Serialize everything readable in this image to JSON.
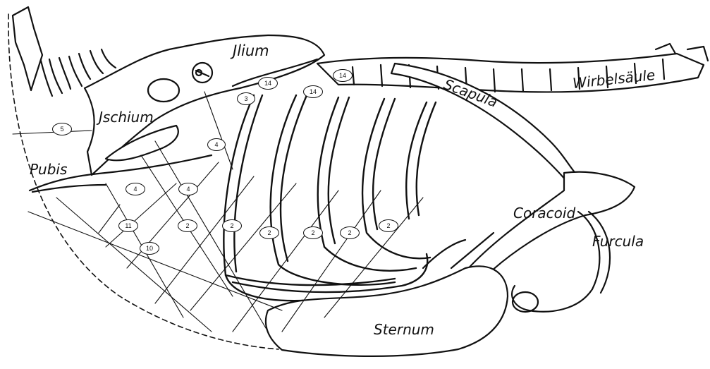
{
  "labels": {
    "ilium": "Jlium",
    "wirbelsaeule": "Wirbelsäule",
    "scapula": "Scapula",
    "ischium": "Jschium",
    "pubis": "Pubis",
    "coracoid": "Coracoid",
    "furcula": "Furcula",
    "sternum": "Sternum"
  },
  "markers": [
    "14",
    "14",
    "14",
    "3",
    "5",
    "4",
    "4",
    "4",
    "11",
    "2",
    "10",
    "2",
    "2",
    "2",
    "2",
    "2"
  ]
}
